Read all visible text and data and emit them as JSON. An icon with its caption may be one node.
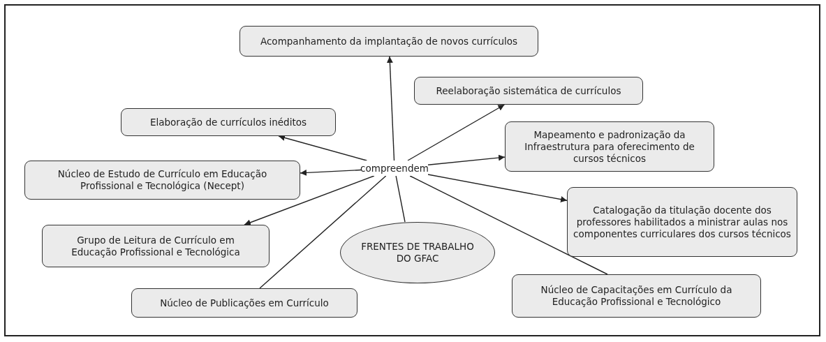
{
  "diagram": {
    "nodes": [
      {
        "text": [
          "Acompanhamento da implantação de novos currículos"
        ]
      },
      {
        "text": [
          "Reelaboração sistemática de currículos"
        ]
      },
      {
        "text": [
          "Elaboração de currículos inéditos"
        ]
      },
      {
        "text": [
          "Mapeamento e padronização da Infraestrutura para oferecimento de cursos técnicos"
        ]
      },
      {
        "text": [
          "compreendem"
        ]
      },
      {
        "text": [
          "Núcleo de Estudo de Currículo em Educação Profissional e Tecnológica (Necept)"
        ]
      },
      {
        "text": [
          "Catalogação da titulação docente dos professores habilitados a ministrar aulas nos componentes curriculares dos cursos técnicos"
        ]
      },
      {
        "text": [
          "Grupo de Leitura de Currículo em Educação Profissional e Tecnológica"
        ]
      },
      {
        "text": [
          "FRENTES DE TRABALHO DO GFAC"
        ]
      },
      {
        "text": [
          "Núcleo de Capacitações em Currículo da Educação Profissional e Tecnológico"
        ]
      },
      {
        "text": [
          "Núcleo de Publicações em Currículo"
        ]
      }
    ],
    "edges": [
      {
        "from": 8,
        "to": 4,
        "arrow": "none"
      },
      {
        "from": 4,
        "to": 0,
        "arrow": "to"
      },
      {
        "from": 4,
        "to": 1,
        "arrow": "to"
      },
      {
        "from": 4,
        "to": 2,
        "arrow": "to"
      },
      {
        "from": 4,
        "to": 3,
        "arrow": "to"
      },
      {
        "from": 4,
        "to": 5,
        "arrow": "to"
      },
      {
        "from": 4,
        "to": 6,
        "arrow": "to"
      },
      {
        "from": 4,
        "to": 7,
        "arrow": "to"
      },
      {
        "from": 4,
        "to": 10,
        "arrow": "none"
      },
      {
        "from": 4,
        "to": 9,
        "arrow": "none"
      }
    ]
  }
}
